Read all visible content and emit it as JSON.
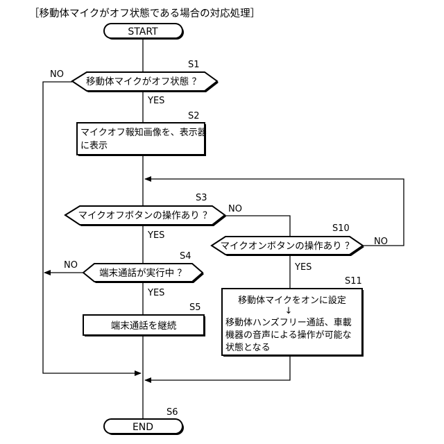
{
  "title": "［移動体マイクがオフ状態である場合の対応処理］",
  "start": "START",
  "end": "END",
  "steps": {
    "s1": {
      "id": "S1",
      "text": "移動体マイクがオフ状態 ？"
    },
    "s2": {
      "id": "S2",
      "line1": "マイクオフ報知画像を、表示器",
      "line2": "に表示"
    },
    "s3": {
      "id": "S3",
      "text": "マイクオフボタンの操作あり ？"
    },
    "s4": {
      "id": "S4",
      "text": "端末通話が実行中 ？"
    },
    "s5": {
      "id": "S5",
      "text": "端末通話を継続"
    },
    "s6": {
      "id": "S6"
    },
    "s10": {
      "id": "S10",
      "text": "マイクオンボタンの操作あり ？"
    },
    "s11": {
      "id": "S11",
      "line1": "移動体マイクをオンに設定",
      "arrow": "↓",
      "line2": "移動体ハンズフリー通話、車載",
      "line3": "機器の音声による操作が可能な",
      "line4": "状態となる"
    }
  },
  "branches": {
    "yes": "YES",
    "no": "NO"
  }
}
